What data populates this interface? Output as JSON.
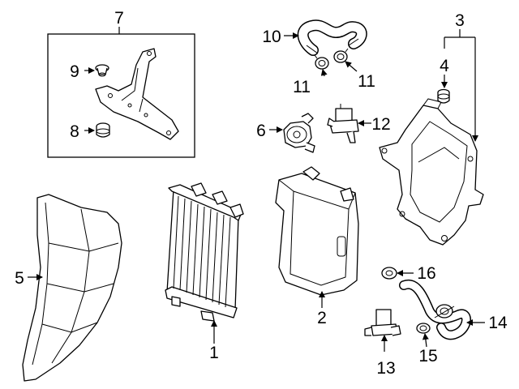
{
  "callouts": {
    "c1": "1",
    "c2": "2",
    "c3": "3",
    "c4": "4",
    "c5": "5",
    "c6": "6",
    "c7": "7",
    "c8": "8",
    "c9": "9",
    "c10": "10",
    "c11a": "11",
    "c11b": "11",
    "c12": "12",
    "c13": "13",
    "c14": "14",
    "c15": "15",
    "c16": "16"
  },
  "colors": {
    "line": "#000000",
    "background": "#ffffff"
  }
}
